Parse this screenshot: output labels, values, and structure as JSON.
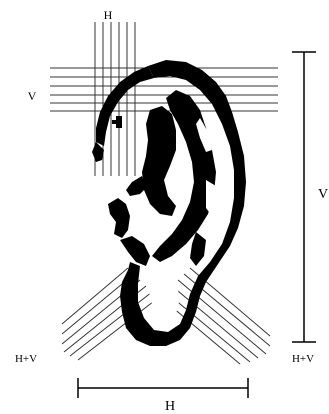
{
  "figure": {
    "labels": {
      "top_h": "H",
      "left_v": "V",
      "right_v": "V",
      "left_hv": "H+V",
      "right_hv": "H+V",
      "bottom_h": "H"
    }
  },
  "colors": {
    "ink": "#000000",
    "background": "#ffffff",
    "guide": "#333333"
  }
}
